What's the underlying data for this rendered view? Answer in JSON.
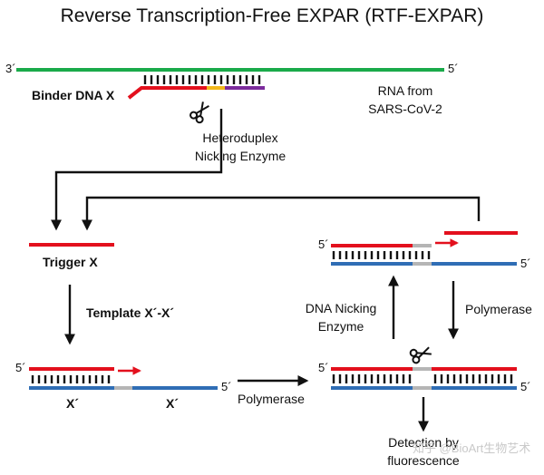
{
  "title": "Reverse Transcription-Free EXPAR (RTF-EXPAR)",
  "labels": {
    "rna_3prime": "3´",
    "rna_5prime": "5´",
    "binder": "Binder DNA X",
    "rna_line1": "RNA from",
    "rna_line2": "SARS-CoV-2",
    "heteroduplex_line1": "Heteroduplex",
    "heteroduplex_line2": "Nicking Enzyme",
    "trigger": "Trigger X",
    "template": "Template X´-X´",
    "template_5prime_left": "5´",
    "template_5prime_right": "5´",
    "x_prime_left": "X´",
    "x_prime_right": "X´",
    "polymerase_bottom": "Polymerase",
    "dsdna_5prime_left": "5´",
    "dsdna_5prime_right": "5´",
    "top_complex_5prime_left": "5´",
    "top_complex_5prime_right": "5´",
    "dna_nicking_line1": "DNA Nicking",
    "dna_nicking_line2": "Enzyme",
    "polymerase_right": "Polymerase",
    "detection_line1": "Detection by",
    "detection_line2": "fluorescence",
    "watermark": "知乎 @BioArt生物艺术"
  },
  "icons": {
    "scissors": "scissors-icon"
  },
  "colors": {
    "rna": "#1aaa4a",
    "trigger": "#e3101d",
    "template": "#2f6db5",
    "gray_segment": "#b5b5b5",
    "purple_segment": "#7b2a9c",
    "yellow_segment": "#f2b81b",
    "text": "#111111"
  }
}
